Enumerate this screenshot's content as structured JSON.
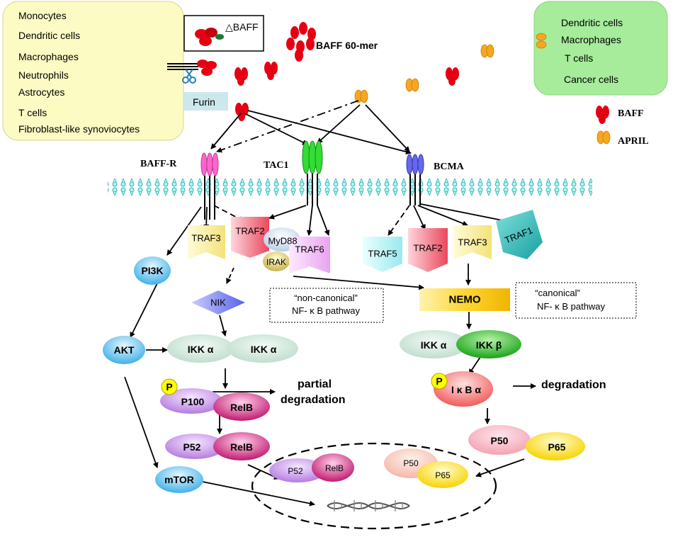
{
  "source_cells": {
    "title": "",
    "items": [
      "Monocytes",
      "Dendritic cells",
      "Macrophages",
      "Neutrophils",
      "Astrocytes",
      "T cells",
      "Fibroblast-like synoviocytes"
    ]
  },
  "april_source_cells": {
    "items": [
      "Dendritic cells",
      "Macrophages",
      "T cells",
      "Cancer cells"
    ]
  },
  "ligands": {
    "delta_baff": "△BAFF",
    "baff_60mer": "BAFF 60-mer",
    "furin": "Furin",
    "legend_baff": "BAFF",
    "legend_april": "APRIL"
  },
  "receptors": {
    "baff_r": "BAFF-R",
    "taci": "TAC1",
    "bcma": "BCMA"
  },
  "adaptors": {
    "traf3_left": "TRAF3",
    "traf2_left": "TRAF2",
    "myd88": "MyD88",
    "irak": "IRAK",
    "traf6": "TRAF6",
    "traf5": "TRAF5",
    "traf2_right": "TRAF2",
    "traf3_right": "TRAF3",
    "traf1": "TRAF1"
  },
  "pathways": {
    "noncanonical_line1": "“non-canonical”",
    "noncanonical_line2": "NF- κ B pathway",
    "canonical_line1": "“canonical”",
    "canonical_line2": "NF- κ B pathway"
  },
  "nodes": {
    "pi3k": "PI3K",
    "akt": "AKT",
    "mtor": "mTOR",
    "nik": "NIK",
    "ikka_1": "IKK α",
    "ikka_2": "IKK α",
    "nemo": "NEMO",
    "ikka_3": "IKK α",
    "ikkb": "IKK β",
    "p100": "P100",
    "relb_1": "RelB",
    "partial_1": "partial",
    "partial_2": "degradation",
    "p52_1": "P52",
    "relb_2": "RelB",
    "p52_2": "P52",
    "relb_3": "RelB",
    "ikba": "I κ B α",
    "degradation": "degradation",
    "p50_1": "P50",
    "p65_1": "P65",
    "p50_2": "P50",
    "p65_2": "P65",
    "phospho_1": "P",
    "phospho_2": "P"
  },
  "colors": {
    "cell_box_left": "#fdfbc4",
    "cell_box_right": "#a6ec9b",
    "baff": "#e60012",
    "april": "#f5a623",
    "membrane": "#29b7b7",
    "baff_r": "#ff66cc",
    "taci": "#33dd33",
    "bcma": "#6666ee"
  }
}
